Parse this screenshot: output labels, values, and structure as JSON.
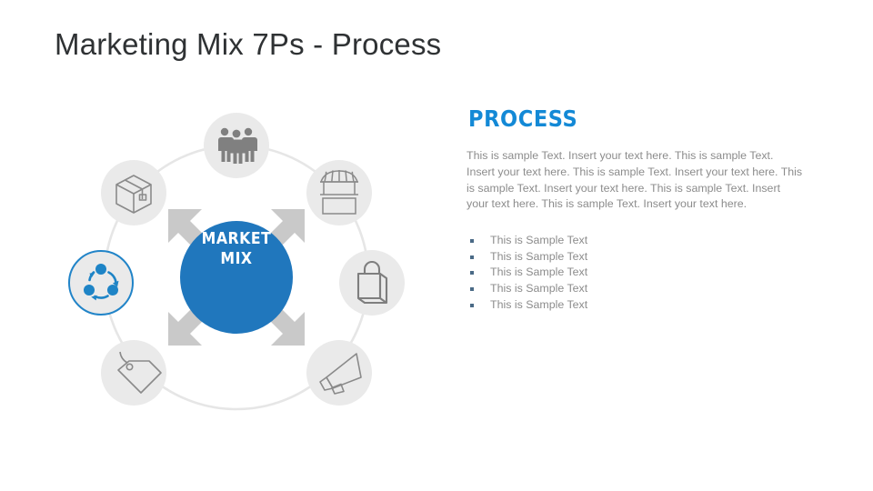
{
  "slide": {
    "title": "Marketing Mix 7Ps - Process",
    "background_color": "#FFFFFF"
  },
  "theme": {
    "accent_blue": "#2077BD",
    "heading_blue": "#1389D6",
    "node_fill_gray": "#EAEAEA",
    "icon_gray": "#808080",
    "ring_gray": "#E4E4E4",
    "arrow_gray": "#C9C9C9",
    "body_text_gray": "#8C8C8C",
    "title_gray": "#2F3234",
    "bullet_marker": "#4A6A86"
  },
  "diagram": {
    "center": {
      "line1": "MARKET",
      "line2": "MIX",
      "color": "#2077BD",
      "text_color": "#FFFFFF"
    },
    "nodes": [
      {
        "id": "people",
        "icon": "three-people-icon",
        "position": "top",
        "state": "inactive"
      },
      {
        "id": "storefront",
        "icon": "storefront-icon",
        "position": "top-right",
        "state": "inactive"
      },
      {
        "id": "shopping",
        "icon": "shopping-bag-icon",
        "position": "right",
        "state": "inactive"
      },
      {
        "id": "promotion",
        "icon": "megaphone-icon",
        "position": "bottom-right",
        "state": "inactive"
      },
      {
        "id": "price",
        "icon": "price-tag-icon",
        "position": "bottom-left",
        "state": "inactive"
      },
      {
        "id": "process",
        "icon": "process-cycle-icon",
        "position": "left",
        "state": "active"
      },
      {
        "id": "product",
        "icon": "package-box-icon",
        "position": "top-left",
        "state": "inactive"
      }
    ],
    "arrows": [
      {
        "id": "arrow-top-left",
        "direction": "up-left"
      },
      {
        "id": "arrow-top-right",
        "direction": "up-right"
      },
      {
        "id": "arrow-bottom-left",
        "direction": "down-left"
      },
      {
        "id": "arrow-bottom-right",
        "direction": "down-right"
      }
    ]
  },
  "panel": {
    "heading": "PROCESS",
    "paragraph": "This is sample Text. Insert your text here. This is sample Text. Insert your text here. This is sample Text. Insert your text here. This is sample Text. Insert your text here. This is sample Text. Insert your text here. This is sample Text. Insert your text here.",
    "bullets": [
      "This is Sample Text",
      "This is Sample Text",
      "This is Sample Text",
      "This is Sample Text",
      "This is Sample Text"
    ]
  }
}
